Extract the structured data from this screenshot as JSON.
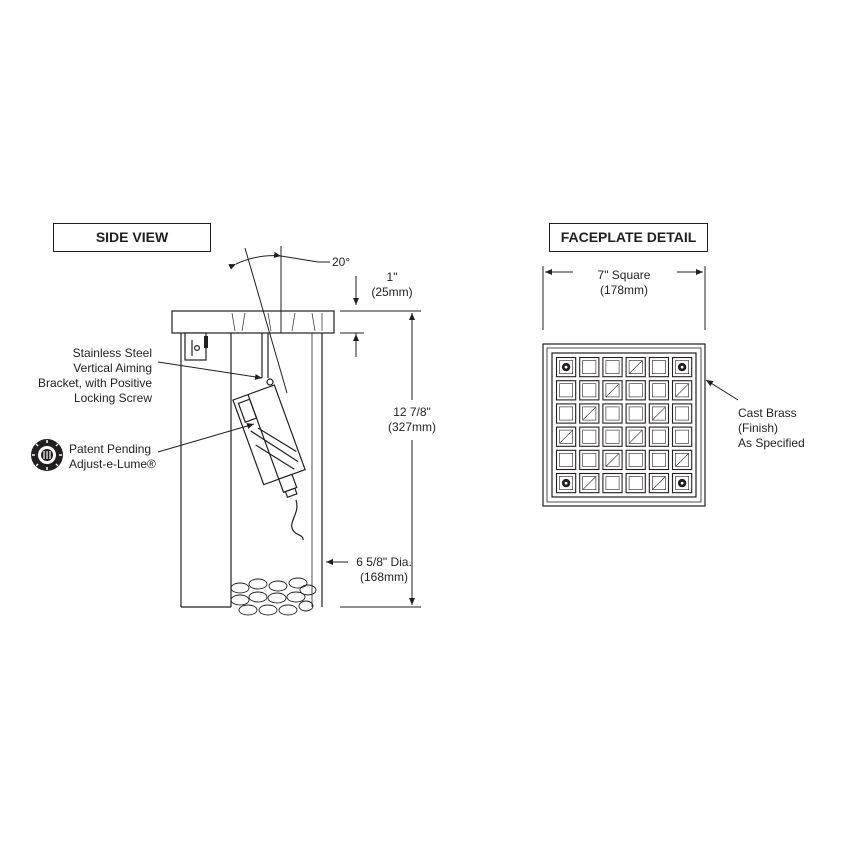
{
  "side_view": {
    "title": "SIDE VIEW",
    "angle_label": "20°",
    "dim_top": {
      "value": "1\"",
      "metric": "(25mm)"
    },
    "dim_height": {
      "value": "12 7/8\"",
      "metric": "(327mm)"
    },
    "dim_diameter": {
      "value": "6 5/8\" Dia.",
      "metric": "(168mm)"
    },
    "callout_bracket": [
      "Stainless Steel",
      "Vertical Aiming",
      "Bracket, with Positive",
      "Locking Screw"
    ],
    "callout_adjust": [
      "Patent Pending",
      "Adjust-e-Lume®"
    ]
  },
  "faceplate": {
    "title": "FACEPLATE DETAIL",
    "dim_width": {
      "value": "7\" Square",
      "metric": "(178mm)"
    },
    "callout_material": [
      "Cast Brass",
      "(Finish)",
      "As Specified"
    ]
  },
  "colors": {
    "line": "#231f20",
    "background": "#ffffff"
  }
}
